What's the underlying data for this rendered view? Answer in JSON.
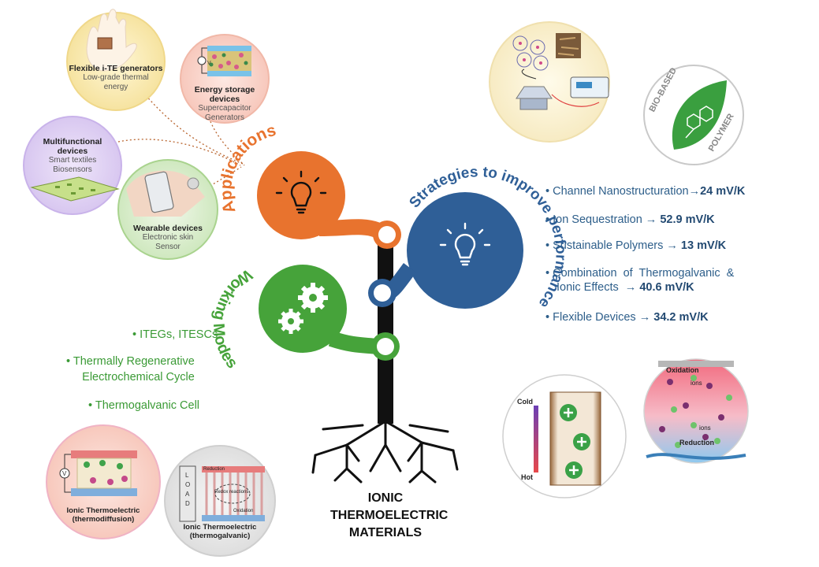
{
  "title_lines": [
    "IONIC",
    "THERMOELECTRIC",
    "MATERIALS"
  ],
  "branches": {
    "applications": "Applications",
    "strategies": "Strategies to improve performance",
    "working_modes": "Working Modes"
  },
  "applications": [
    {
      "title": "Flexible i-TE generators",
      "desc": [
        "Low-grade thermal",
        "energy"
      ]
    },
    {
      "title": "Energy storage devices",
      "desc": [
        "Supercapacitor",
        "Generators"
      ]
    },
    {
      "title": "Multifunctional devices",
      "desc": [
        "Smart textiles",
        "Biosensors"
      ]
    },
    {
      "title": "Wearable devices",
      "desc": [
        "Electronic skin",
        "Sensor"
      ]
    }
  ],
  "strategies": [
    {
      "text": "Channel Nanostructuration",
      "arrow": "→",
      "value": "24 mV/K"
    },
    {
      "text": "Ion Sequestration",
      "arrow": " → ",
      "value": "52.9 mV/K"
    },
    {
      "text": "Sustainable Polymers",
      "arrow": " → ",
      "value": "13 mV/K"
    },
    {
      "text": "Combination  of  Thermogalvanic  &",
      "text2": "Ionic Effects",
      "arrow": "  → ",
      "value": "40.6 mV/K"
    },
    {
      "text": "Flexible Devices",
      "arrow": " → ",
      "value": "34.2 mV/K"
    }
  ],
  "working_modes": [
    [
      "ITEGs, ITESCs"
    ],
    [
      "Thermally Regenerative",
      "Electrochemical Cycle"
    ],
    [
      "Thermogalvanic Cell"
    ]
  ],
  "bullet": "•",
  "bio_badge": {
    "top": "BIO-BASED",
    "bottom": "POLYMER"
  },
  "thermo_scale": {
    "cold": "Cold",
    "hot": "Hot"
  },
  "redox_labels": {
    "oxidation": "Oxidation",
    "ions_top": "ions",
    "ions_bottom": "ions",
    "reduction": "Reduction"
  },
  "voltmeter_label": "V",
  "device_labels": {
    "thermodiffusion": [
      "Ionic Thermoelectric",
      "(thermodiffusion)"
    ],
    "thermogalvanic": [
      "Ionic Thermoelectric",
      "(thermogalvanic)"
    ],
    "load": [
      "L",
      "O",
      "A",
      "D"
    ],
    "reduction": "Reduction",
    "redox": "Redox reactions",
    "oxidation": "Oxidation"
  },
  "colors": {
    "applications": "#e8732e",
    "strategies": "#2f5f97",
    "working_modes": "#46a33a",
    "trunk": "#111111"
  }
}
